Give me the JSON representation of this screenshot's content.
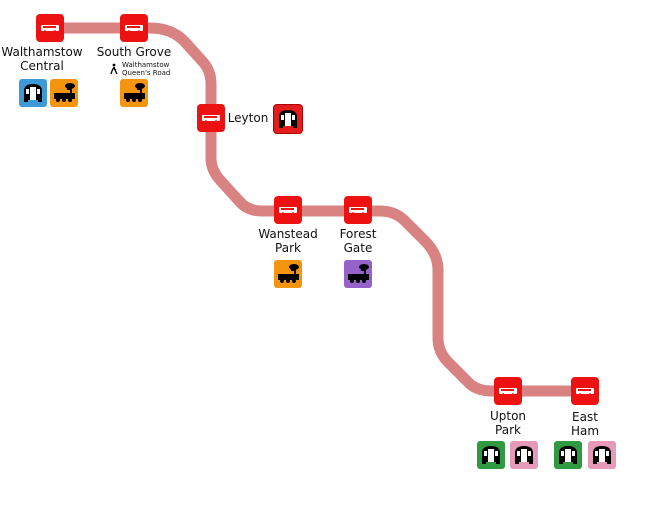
{
  "colors": {
    "route": "#d98282",
    "bus": "#ee1111",
    "underground": "#e31c1c",
    "overground": "#f5950f",
    "tube_blue": "#3e9ad6",
    "tfl_rail": "#9661c9",
    "district": "#2f9a40",
    "hammersmith": "#e699b8"
  },
  "stops": [
    {
      "name_line1": "Walthamstow",
      "name_line2": "Central",
      "connections": [
        "tube-icon",
        "train-icon"
      ]
    },
    {
      "name_line1": "South Grove",
      "walk_line1": "Walthamstow",
      "walk_line2": "Queen's Road",
      "connections": [
        "train-icon"
      ]
    },
    {
      "name_line1": "Leyton",
      "connections": [
        "tube-icon"
      ]
    },
    {
      "name_line1": "Wanstead",
      "name_line2": "Park",
      "connections": [
        "train-icon"
      ]
    },
    {
      "name_line1": "Forest",
      "name_line2": "Gate",
      "connections": [
        "train-icon"
      ]
    },
    {
      "name_line1": "Upton",
      "name_line2": "Park",
      "connections": [
        "tube-icon",
        "tube-icon"
      ]
    },
    {
      "name_line1": "East",
      "name_line2": "Ham",
      "connections": [
        "tube-icon",
        "tube-icon"
      ]
    }
  ]
}
